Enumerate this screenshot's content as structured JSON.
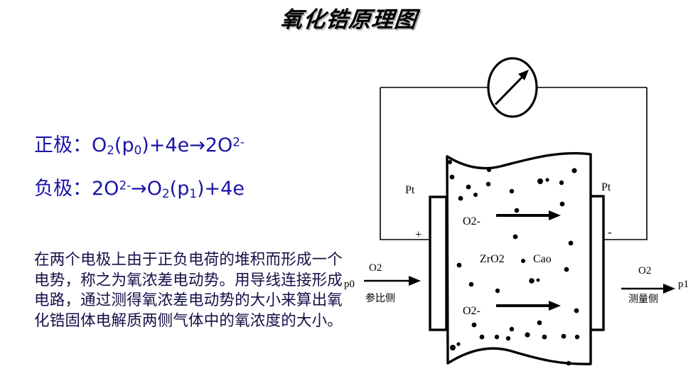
{
  "title": "氧化锆原理图",
  "equations": {
    "positive": {
      "label": "正极：",
      "text": "正极：O2(p0)+4e→2O2-",
      "parts": [
        "正极：O",
        "2",
        "(p",
        "0",
        ")+4e→2O",
        "2-"
      ]
    },
    "negative": {
      "label": "负极：",
      "text": "负极：2O2-→O2(p1)+4e",
      "parts": [
        "负极：2O",
        "2-",
        "→O",
        "2",
        "(p",
        "1",
        ")+4e"
      ]
    }
  },
  "paragraph": "在两个电极上由于正负电荷的堆积而形成一个电势，称之为氧浓差电动势。用导线连接形成电路，通过测得氧浓差电动势的大小来算出氧化锆固体电解质两侧气体中的氧浓度的大小。",
  "diagram": {
    "meter": "galvanometer",
    "left_electrode_label": "Pt",
    "right_electrode_label": "Pt",
    "left_polarity": "+",
    "right_polarity": "-",
    "left_gas": "O2",
    "left_pressure": "p0",
    "left_side": "参比侧",
    "right_gas": "O2",
    "right_pressure": "p1",
    "right_side": "测量侧",
    "ion_top": "O2-",
    "ion_bottom": "O2-",
    "material_1": "ZrO2",
    "material_2": "Cao"
  },
  "colors": {
    "equation_blue": "#1a13a8",
    "paragraph_navy": "#131047",
    "diagram_black": "#000000",
    "background": "#ffffff"
  }
}
